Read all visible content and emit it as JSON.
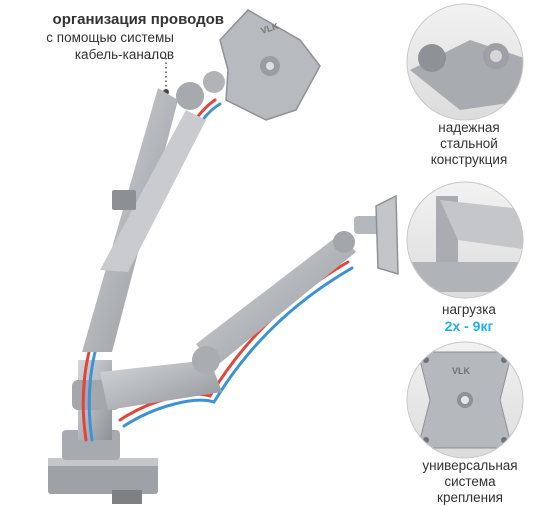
{
  "callout": {
    "title": "организация проводов",
    "line1": "с помощью системы",
    "line2": "кабель-каналов"
  },
  "features": [
    {
      "lines": [
        "надежная",
        "стальной",
        "конструкция"
      ]
    },
    {
      "lines": [
        "нагрузка"
      ],
      "accent": "2x - 9кг"
    },
    {
      "lines": [
        "универсальная",
        "система",
        "крепления"
      ]
    }
  ],
  "brand": {
    "logo_text": "VLK"
  },
  "colors": {
    "arm": "#b9bcc0",
    "arm_dark": "#8f9296",
    "cable_red": "#e0463c",
    "cable_blue": "#3b93d6",
    "accent": "#1fb1e8",
    "text": "#333333"
  }
}
